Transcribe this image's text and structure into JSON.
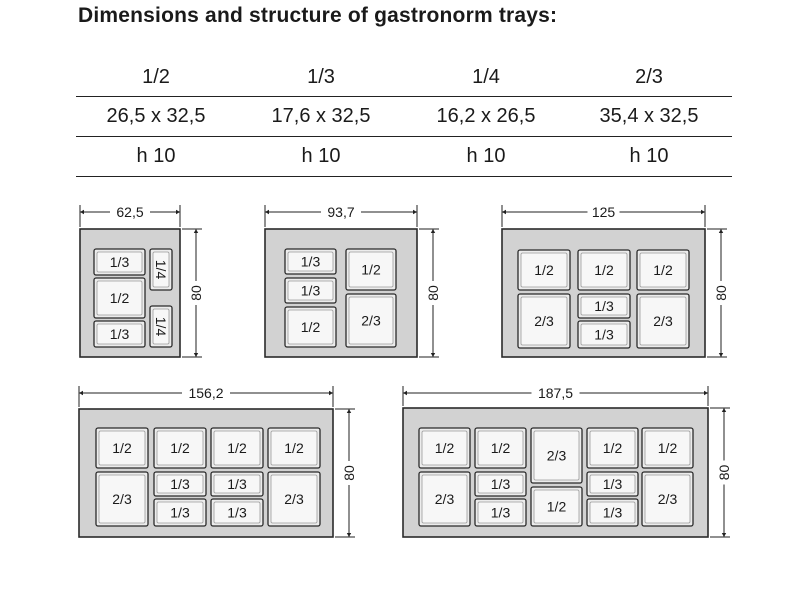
{
  "title": "Dimensions and structure of gastronorm trays:",
  "table": {
    "rows": [
      [
        "1/2",
        "1/3",
        "1/4",
        "2/3"
      ],
      [
        "26,5 x 32,5",
        "17,6 x 32,5",
        "16,2 x 26,5",
        "35,4 x 32,5"
      ],
      [
        "h 10",
        "h 10",
        "h 10",
        "h 10"
      ]
    ]
  },
  "colors": {
    "frame_fill": "#d2d2d2",
    "frame_stroke": "#2a2a2a",
    "tray_fill": "#ececec",
    "tray_inner": "#f7f7f7",
    "dim_line": "#222222"
  },
  "layouts": [
    {
      "width_label": "62,5",
      "height_label": "80",
      "trays": [
        {
          "label": "1/3"
        },
        {
          "label": "1/2"
        },
        {
          "label": "1/3"
        },
        {
          "label": "1/4"
        },
        {
          "label": "1/4"
        }
      ]
    },
    {
      "width_label": "93,7",
      "height_label": "80",
      "trays": [
        {
          "label": "1/3"
        },
        {
          "label": "1/3"
        },
        {
          "label": "1/2"
        },
        {
          "label": "1/2"
        },
        {
          "label": "2/3"
        }
      ]
    },
    {
      "width_label": "125",
      "height_label": "80",
      "trays": [
        {
          "label": "1/2"
        },
        {
          "label": "2/3"
        },
        {
          "label": "1/2"
        },
        {
          "label": "1/3"
        },
        {
          "label": "1/3"
        },
        {
          "label": "1/2"
        },
        {
          "label": "2/3"
        }
      ]
    },
    {
      "width_label": "156,2",
      "height_label": "80",
      "trays": [
        {
          "label": "1/2"
        },
        {
          "label": "2/3"
        },
        {
          "label": "1/2"
        },
        {
          "label": "1/3"
        },
        {
          "label": "1/3"
        },
        {
          "label": "1/2"
        },
        {
          "label": "1/3"
        },
        {
          "label": "1/3"
        },
        {
          "label": "1/2"
        },
        {
          "label": "2/3"
        }
      ]
    },
    {
      "width_label": "187,5",
      "height_label": "80",
      "trays": [
        {
          "label": "1/2"
        },
        {
          "label": "2/3"
        },
        {
          "label": "1/2"
        },
        {
          "label": "1/3"
        },
        {
          "label": "1/3"
        },
        {
          "label": "2/3"
        },
        {
          "label": "1/2"
        },
        {
          "label": "1/2"
        },
        {
          "label": "1/3"
        },
        {
          "label": "1/3"
        },
        {
          "label": "1/2"
        },
        {
          "label": "2/3"
        }
      ]
    }
  ]
}
